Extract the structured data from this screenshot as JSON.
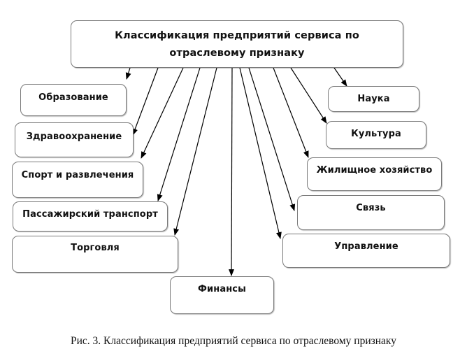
{
  "diagram": {
    "root": {
      "line1": "Классификация  предприятий сервиса по",
      "line2": "отраслевому признаку"
    },
    "left_nodes": [
      {
        "id": "education",
        "label": "Образование"
      },
      {
        "id": "healthcare",
        "label": "Здравоохранение"
      },
      {
        "id": "sport",
        "label": "Спорт и развлечения"
      },
      {
        "id": "transport",
        "label": "Пассажирский  транспорт"
      },
      {
        "id": "trade",
        "label": "Торговля"
      }
    ],
    "bottom_node": {
      "id": "finance",
      "label": "Финансы"
    },
    "right_nodes": [
      {
        "id": "science",
        "label": "Наука"
      },
      {
        "id": "culture",
        "label": "Культура"
      },
      {
        "id": "housing",
        "label": "Жилищное хозяйство"
      },
      {
        "id": "communication",
        "label": "Связь"
      },
      {
        "id": "management",
        "label": "Управление"
      }
    ],
    "edges": [
      {
        "from": "root",
        "to": "education"
      },
      {
        "from": "root",
        "to": "healthcare"
      },
      {
        "from": "root",
        "to": "sport"
      },
      {
        "from": "root",
        "to": "transport"
      },
      {
        "from": "root",
        "to": "trade"
      },
      {
        "from": "root",
        "to": "finance"
      },
      {
        "from": "root",
        "to": "management"
      },
      {
        "from": "root",
        "to": "communication"
      },
      {
        "from": "root",
        "to": "housing"
      },
      {
        "from": "root",
        "to": "culture"
      },
      {
        "from": "root",
        "to": "science"
      }
    ]
  },
  "caption": "Рис. 3. Классификация предприятий сервиса по отраслевому признаку"
}
